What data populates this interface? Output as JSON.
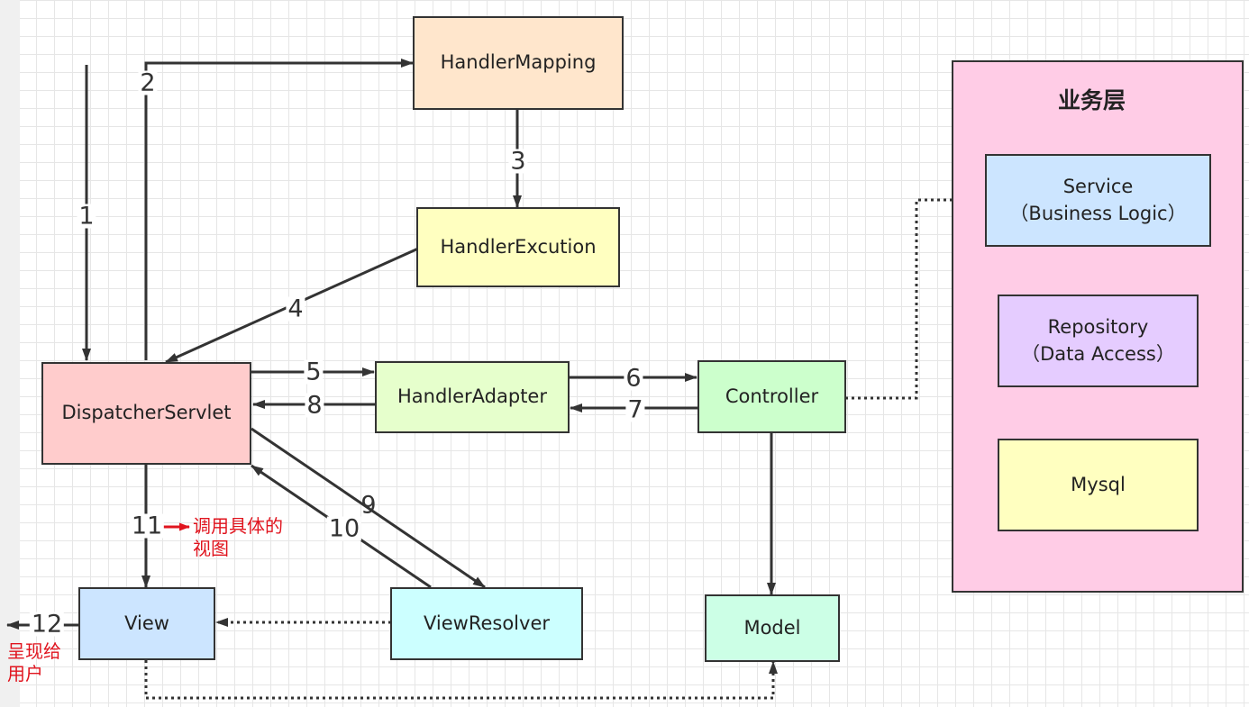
{
  "colors": {
    "handler_mapping": "#ffe6cc",
    "handler_excution": "#ffffc0",
    "dispatcher_servlet": "#ffcccc",
    "handler_adapter": "#e6ffcc",
    "controller": "#ccffcc",
    "view": "#cce5ff",
    "view_resolver": "#ccffff",
    "model": "#ccffe6",
    "business_layer": "#ffcce6",
    "service": "#cce5ff",
    "repository": "#e5ccff",
    "mysql": "#ffffc0",
    "note_red": "#e0141e",
    "line": "#333333"
  },
  "boxes": {
    "handler_mapping": "HandlerMapping",
    "handler_excution": "HandlerExcution",
    "dispatcher_servlet": "DispatcherServlet",
    "handler_adapter": "HandlerAdapter",
    "controller": "Controller",
    "view": "View",
    "view_resolver": "ViewResolver",
    "model": "Model"
  },
  "business_layer": {
    "title": "业务层",
    "service": {
      "line1": "Service",
      "line2": "（Business Logic）"
    },
    "repository": {
      "line1": "Repository",
      "line2": "（Data Access）"
    },
    "mysql": "Mysql"
  },
  "steps": [
    "1",
    "2",
    "3",
    "4",
    "5",
    "6",
    "7",
    "8",
    "9",
    "10",
    "11",
    "12"
  ],
  "notes": {
    "step11_line1": "调用具体的",
    "step11_line2": "视图",
    "step12_line1": "呈现给",
    "step12_line2": "用户"
  }
}
